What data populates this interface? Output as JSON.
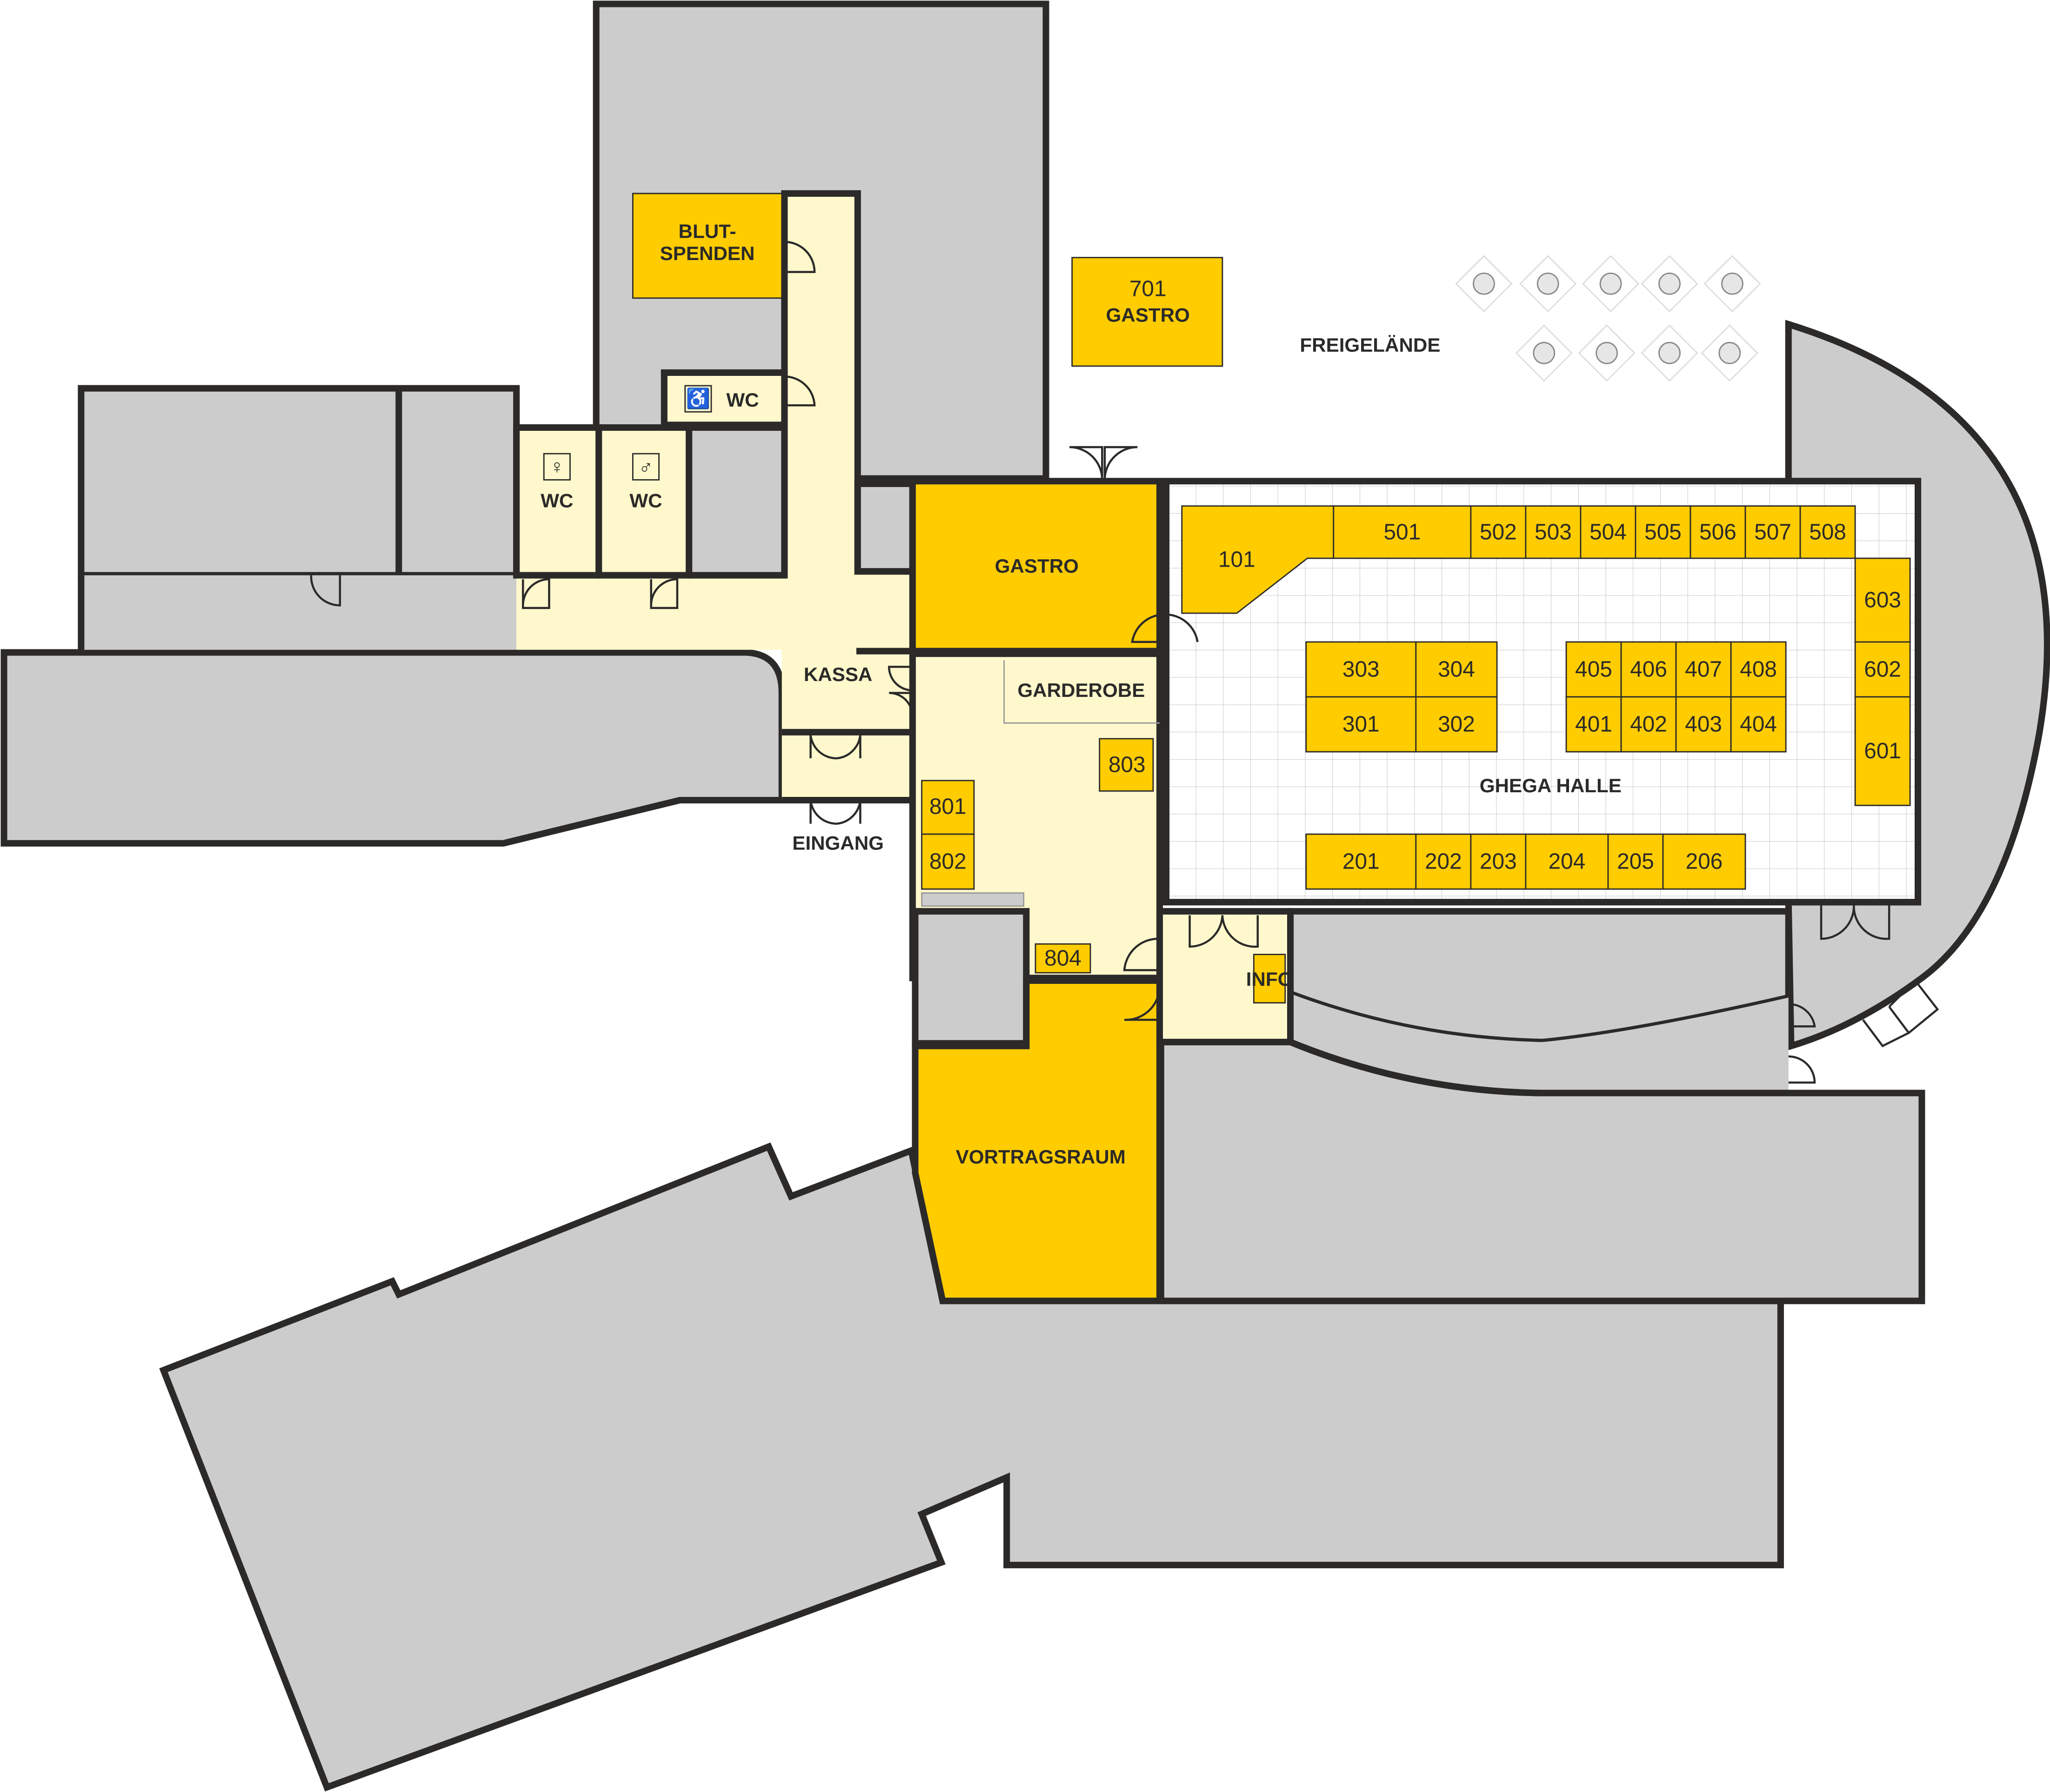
{
  "colors": {
    "exhibit": "#ffcc00",
    "corridor": "#fff8cc",
    "other": "#cccccc",
    "wall": "#2b2a29"
  },
  "rooms": {
    "blutspenden_1": "BLUT-",
    "blutspenden_2": "SPENDEN",
    "wc_accessible": "WC",
    "wc_women": "WC",
    "wc_men": "WC",
    "kassa": "KASSA",
    "eingang": "EINGANG",
    "gastro": "GASTRO",
    "garderobe": "GARDEROBE",
    "vortragsraum": "VORTRAGSRAUM",
    "info": "INFO",
    "ghega_halle": "GHEGA HALLE",
    "freigelaende": "FREIGELÄNDE",
    "gastro701_num": "701",
    "gastro701_name": "GASTRO"
  },
  "booths": {
    "b801": "801",
    "b802": "802",
    "b803": "803",
    "b804": "804"
  },
  "hall_booths": [
    "101",
    "501",
    "502",
    "503",
    "504",
    "505",
    "506",
    "507",
    "508",
    "603",
    "602",
    "601",
    "303",
    "304",
    "301",
    "302",
    "405",
    "406",
    "407",
    "408",
    "401",
    "402",
    "403",
    "404",
    "201",
    "202",
    "203",
    "204",
    "205",
    "206"
  ]
}
